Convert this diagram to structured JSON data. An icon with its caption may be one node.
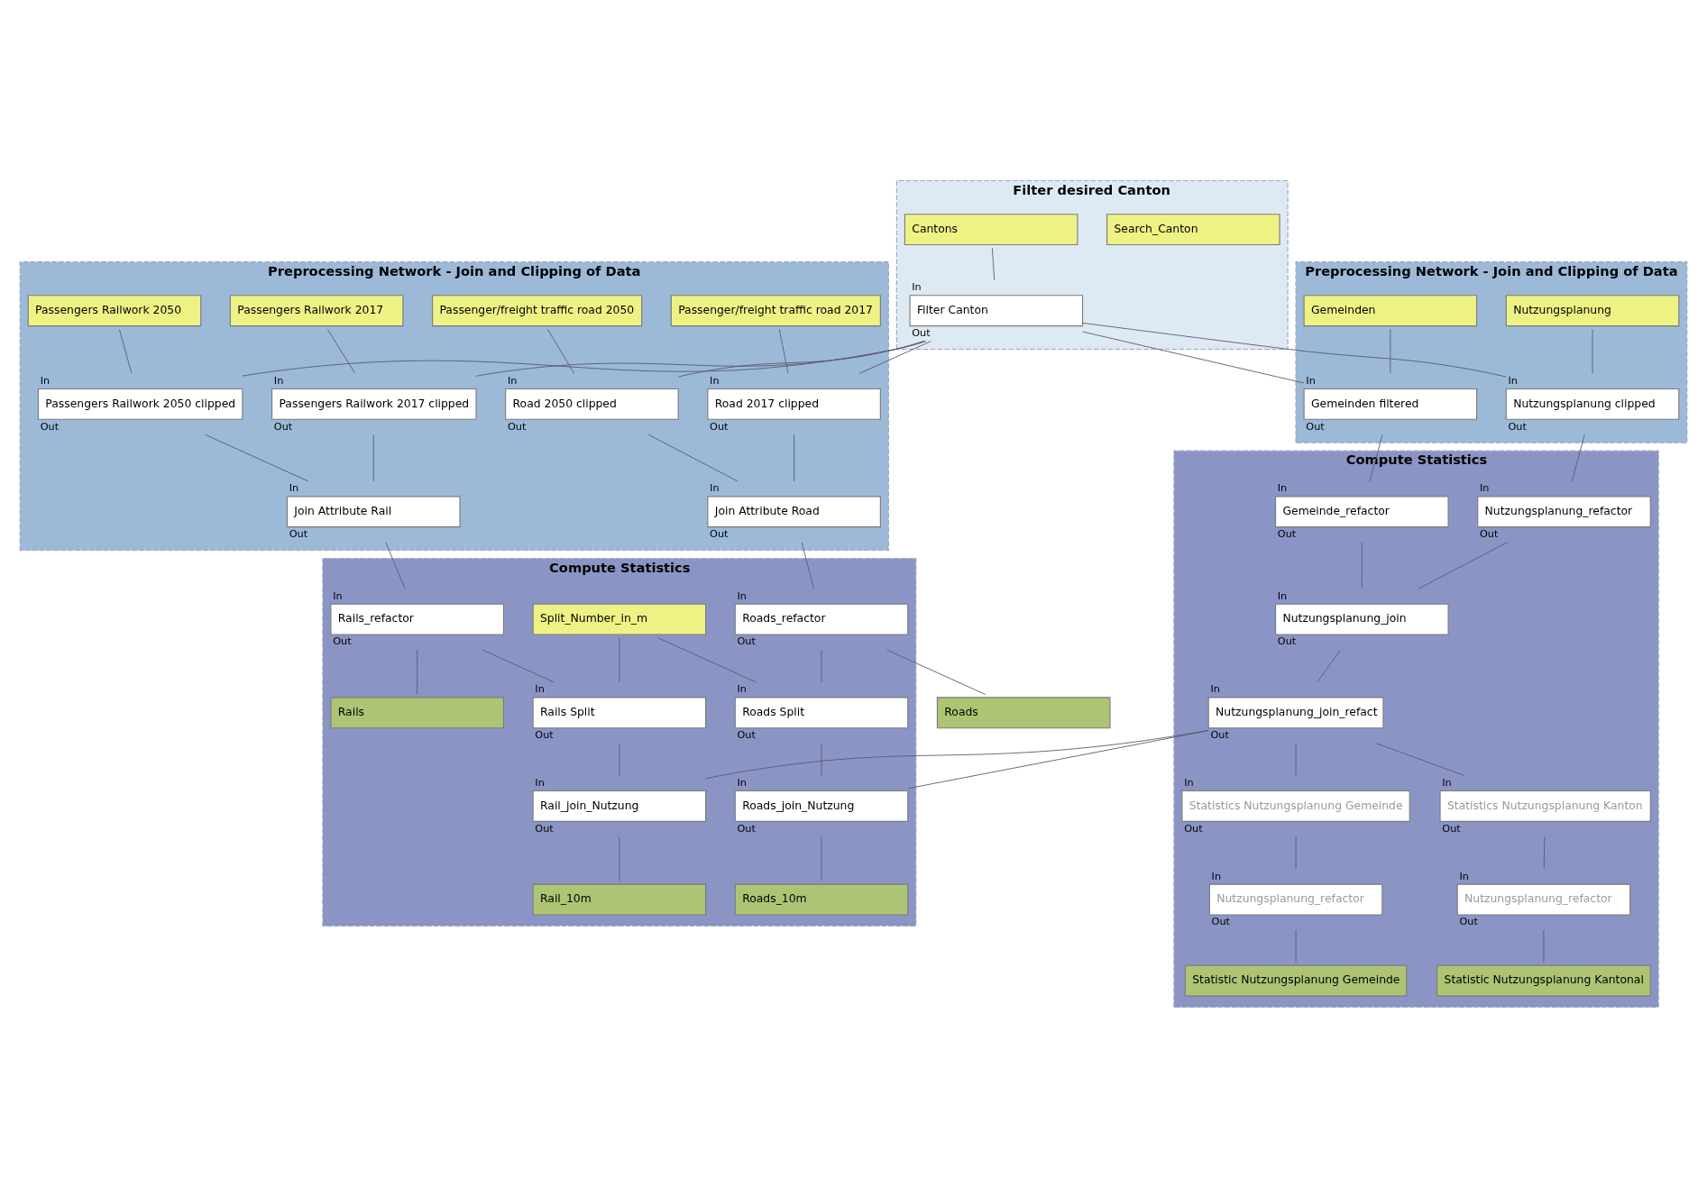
{
  "diagram": {
    "nodes": [
      {
        "text": [
          "Filter desired Canton"
        ]
      },
      {
        "text": [
          "Search_Canton"
        ],
        "in": 0
      },
      {
        "text": [
          "Cantons"
        ],
        "in": 0
      },
      {
        "text": [
          "Filter Canton"
        ],
        "in": 0,
        "beside": [
          "In",
          "Out"
        ]
      },
      {
        "text": [
          "Preprocessing Network - Join and Clipping of Data"
        ]
      },
      {
        "text": [
          "Passengers Railwork 2017"
        ],
        "in": 4
      },
      {
        "text": [
          "Passengers Railwork 2050"
        ],
        "in": 4
      },
      {
        "text": [
          "Passenger/freight traffic road 2017"
        ],
        "in": 4
      },
      {
        "text": [
          "Passenger/freight traffic road 2050"
        ],
        "in": 4
      },
      {
        "text": [
          "Passengers Railwork 2017 clipped"
        ],
        "in": 4,
        "beside": [
          "In",
          "Out"
        ]
      },
      {
        "text": [
          "Passengers Railwork 2050 clipped"
        ],
        "in": 4,
        "beside": [
          "In",
          "Out"
        ]
      },
      {
        "text": [
          "Road 2017 clipped"
        ],
        "in": 4,
        "beside": [
          "In",
          "Out"
        ]
      },
      {
        "text": [
          "Road 2050 clipped"
        ],
        "in": 4,
        "beside": [
          "In",
          "Out"
        ]
      },
      {
        "text": [
          "Join Attribute Rail"
        ],
        "in": 4,
        "beside": [
          "In",
          "Out"
        ]
      },
      {
        "text": [
          "Join Attribute Road"
        ],
        "in": 4,
        "beside": [
          "In",
          "Out"
        ]
      },
      {
        "text": [
          "Preprocessing Network - Join and Clipping of Data"
        ]
      },
      {
        "text": [
          "Nutzungsplanung"
        ],
        "in": 15
      },
      {
        "text": [
          "Gemeinden"
        ],
        "in": 15
      },
      {
        "text": [
          "Nutzungsplanung clipped"
        ],
        "in": 15,
        "beside": [
          "In",
          "Out"
        ]
      },
      {
        "text": [
          "Gemeinden filtered"
        ],
        "in": 15,
        "beside": [
          "In",
          "Out"
        ]
      },
      {
        "text": [
          "Compute Statistics"
        ]
      },
      {
        "text": [
          "Split_Number_in_m"
        ],
        "in": 20
      },
      {
        "text": [
          "Rails_refactor"
        ],
        "in": 20,
        "beside": [
          "In",
          "Out"
        ]
      },
      {
        "text": [
          "Rails"
        ],
        "in": 20
      },
      {
        "text": [
          "Rails Split"
        ],
        "in": 20,
        "beside": [
          "In",
          "Out"
        ]
      },
      {
        "text": [
          "Rail_join_Nutzung"
        ],
        "in": 20,
        "beside": [
          "In",
          "Out"
        ]
      },
      {
        "text": [
          "Rail_10m"
        ],
        "in": 20
      },
      {
        "text": [
          "Roads_refactor"
        ],
        "in": 20,
        "beside": [
          "In",
          "Out"
        ]
      },
      {
        "text": [
          "Roads"
        ]
      },
      {
        "text": [
          "Roads Split"
        ],
        "in": 20,
        "beside": [
          "In",
          "Out"
        ]
      },
      {
        "text": [
          "Roads_join_Nutzung"
        ],
        "in": 20,
        "beside": [
          "In",
          "Out"
        ]
      },
      {
        "text": [
          "Roads_10m"
        ],
        "in": 20
      },
      {
        "text": [
          "Compute Statistics"
        ]
      },
      {
        "text": [
          "Nutzungsplanung_refactor"
        ],
        "in": 32,
        "beside": [
          "In",
          "Out"
        ]
      },
      {
        "text": [
          "Gemeinde_refactor"
        ],
        "in": 32,
        "beside": [
          "In",
          "Out"
        ]
      },
      {
        "text": [
          "Nutzungsplanung_join"
        ],
        "in": 32,
        "beside": [
          "In",
          "Out"
        ]
      },
      {
        "text": [
          "Nutzungsplanung_join_refact"
        ],
        "in": 32,
        "beside": [
          "In",
          "Out"
        ]
      },
      {
        "text": [
          "Statistics Nutzungsplanung Gemeinde"
        ],
        "in": 32,
        "beside": [
          "In",
          "Out"
        ]
      },
      {
        "text": [
          "Statistics Nutzungsplanung Kanton"
        ],
        "in": 32,
        "beside": [
          "In",
          "Out"
        ]
      },
      {
        "text": [
          "Nutzungsplanung_refactor"
        ],
        "in": 32,
        "beside": [
          "In",
          "Out"
        ]
      },
      {
        "text": [
          "Nutzungsplanung_refactor"
        ],
        "in": 32,
        "beside": [
          "In",
          "Out"
        ]
      },
      {
        "text": [
          "Statistic Nutzungsplanung Gemeinde"
        ],
        "in": 32
      },
      {
        "text": [
          "Statistic Nutzungsplanung Kantonal"
        ],
        "in": 32
      }
    ],
    "edges": [
      {
        "from": 2,
        "to": 3,
        "arrow": "none"
      },
      {
        "from": 3,
        "to": 9,
        "arrow": "none"
      },
      {
        "from": 3,
        "to": 10,
        "arrow": "none"
      },
      {
        "from": 3,
        "to": 11,
        "arrow": "none"
      },
      {
        "from": 3,
        "to": 12,
        "arrow": "none"
      },
      {
        "from": 3,
        "to": 18,
        "arrow": "none"
      },
      {
        "from": 3,
        "to": 19,
        "arrow": "none"
      },
      {
        "from": 5,
        "to": 9,
        "arrow": "none"
      },
      {
        "from": 6,
        "to": 10,
        "arrow": "none"
      },
      {
        "from": 7,
        "to": 11,
        "arrow": "none"
      },
      {
        "from": 8,
        "to": 12,
        "arrow": "none"
      },
      {
        "from": 16,
        "to": 18,
        "arrow": "none"
      },
      {
        "from": 17,
        "to": 19,
        "arrow": "none"
      },
      {
        "from": 9,
        "to": 13,
        "arrow": "none"
      },
      {
        "from": 10,
        "to": 13,
        "arrow": "none"
      },
      {
        "from": 11,
        "to": 14,
        "arrow": "none"
      },
      {
        "from": 12,
        "to": 14,
        "arrow": "none"
      },
      {
        "from": 13,
        "to": 22,
        "arrow": "none"
      },
      {
        "from": 14,
        "to": 27,
        "arrow": "none"
      },
      {
        "from": 21,
        "to": 24,
        "arrow": "none"
      },
      {
        "from": 21,
        "to": 29,
        "arrow": "none"
      },
      {
        "from": 22,
        "to": 23,
        "arrow": "none"
      },
      {
        "from": 22,
        "to": 24,
        "arrow": "none"
      },
      {
        "from": 27,
        "to": 28,
        "arrow": "none"
      },
      {
        "from": 27,
        "to": 29,
        "arrow": "none"
      },
      {
        "from": 24,
        "to": 25,
        "arrow": "none"
      },
      {
        "from": 29,
        "to": 30,
        "arrow": "none"
      },
      {
        "from": 25,
        "to": 26,
        "arrow": "none"
      },
      {
        "from": 30,
        "to": 31,
        "arrow": "none"
      },
      {
        "from": 18,
        "to": 33,
        "arrow": "none"
      },
      {
        "from": 19,
        "to": 34,
        "arrow": "none"
      },
      {
        "from": 33,
        "to": 35,
        "arrow": "none"
      },
      {
        "from": 34,
        "to": 35,
        "arrow": "none"
      },
      {
        "from": 35,
        "to": 36,
        "arrow": "none"
      },
      {
        "from": 36,
        "to": 25,
        "arrow": "none"
      },
      {
        "from": 36,
        "to": 30,
        "arrow": "none"
      },
      {
        "from": 36,
        "to": 37,
        "arrow": "none"
      },
      {
        "from": 36,
        "to": 38,
        "arrow": "none"
      },
      {
        "from": 37,
        "to": 39,
        "arrow": "none"
      },
      {
        "from": 38,
        "to": 40,
        "arrow": "none"
      },
      {
        "from": 39,
        "to": 41,
        "arrow": "none"
      },
      {
        "from": 40,
        "to": 42,
        "arrow": "none"
      }
    ]
  }
}
